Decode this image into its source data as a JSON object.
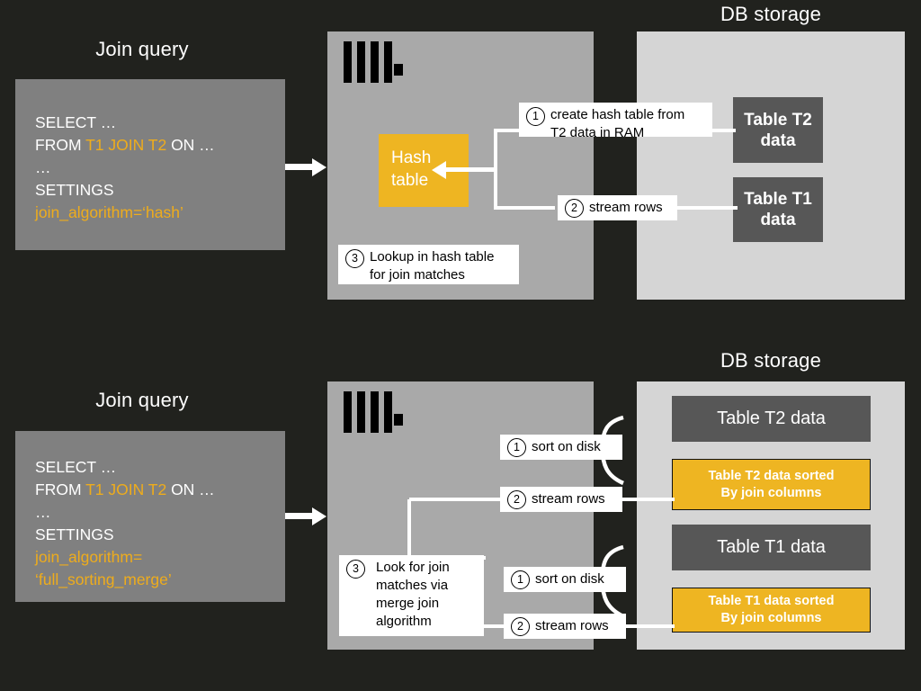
{
  "diagram": {
    "background_color": "#21221e",
    "accent_color": "#eeb522",
    "server_panel_color": "#a9a9a9",
    "storage_panel_color": "#d5d5d5",
    "data_box_color": "#575757"
  },
  "top": {
    "query_title": "Join query",
    "storage_title": "DB storage",
    "query_code": {
      "line1": "SELECT …",
      "line2_pre": "FROM ",
      "line2_hl": "T1 JOIN T2",
      "line2_post": " ON …",
      "line3": "…",
      "line4": "SETTINGS",
      "line5": "join_algorithm=‘hash’"
    },
    "hash_box": {
      "line1": "Hash",
      "line2": "table"
    },
    "callouts": [
      {
        "num": "1",
        "line1": "create hash table from",
        "line2": "T2 data in RAM"
      },
      {
        "num": "2",
        "line1": "stream rows",
        "line2": ""
      },
      {
        "num": "3",
        "line1": "Lookup in hash table",
        "line2": "for join matches"
      }
    ],
    "tables": [
      {
        "line1": "Table T2",
        "line2": "data"
      },
      {
        "line1": "Table T1",
        "line2": "data"
      }
    ]
  },
  "bottom": {
    "query_title": "Join query",
    "storage_title": "DB storage",
    "query_code": {
      "line1": "SELECT …",
      "line2_pre": "FROM ",
      "line2_hl": "T1 JOIN T2",
      "line2_post": " ON …",
      "line3": "…",
      "line4": "SETTINGS",
      "line5": "join_algorithm=",
      "line6": "‘full_sorting_merge’"
    },
    "callouts": [
      {
        "num": "1",
        "line1": "sort on disk"
      },
      {
        "num": "2",
        "line1": "stream rows"
      },
      {
        "num": "1",
        "line1": "sort on disk"
      },
      {
        "num": "2",
        "line1": "stream rows"
      }
    ],
    "merge_callout": {
      "num": "3",
      "line1": "Look for join",
      "line2": "matches via",
      "line3": "merge join",
      "line4": "algorithm"
    },
    "tables": [
      {
        "label": "Table T2 data",
        "sorted": false
      },
      {
        "label_line1": "Table T2 data sorted",
        "label_line2": "By join columns",
        "sorted": true
      },
      {
        "label": "Table T1 data",
        "sorted": false
      },
      {
        "label_line1": "Table T1 data sorted",
        "label_line2": "By join columns",
        "sorted": true
      }
    ]
  },
  "icon": {
    "logo_name": "clickhouse-logo"
  }
}
